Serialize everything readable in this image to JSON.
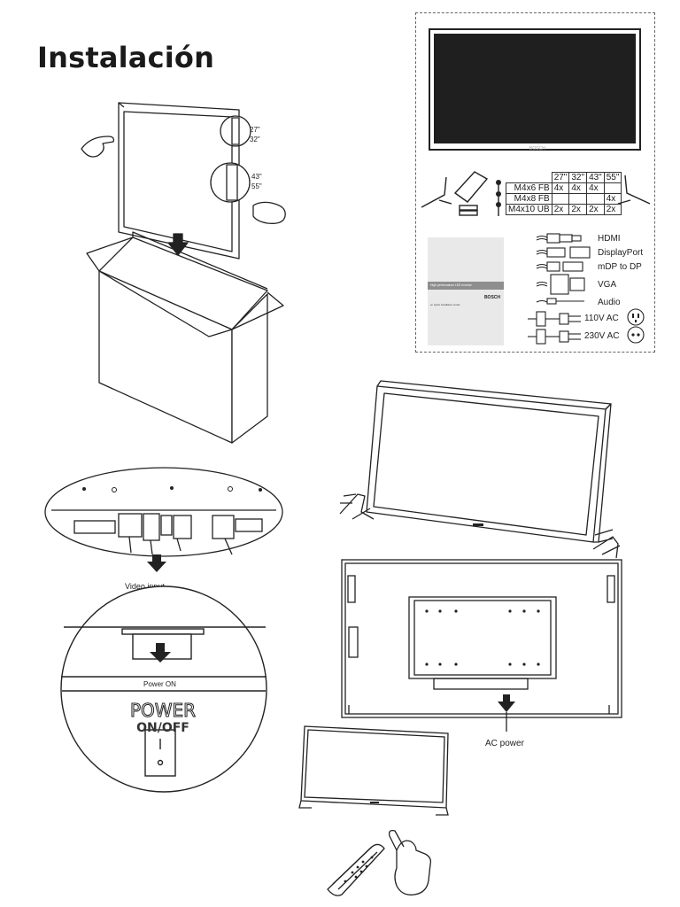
{
  "page": {
    "title": "Instalación"
  },
  "diagram": {
    "size_small": "27\"",
    "size_small_2": "32\"",
    "size_large": "43\"",
    "size_large_2": "55\"",
    "kit": {
      "table": {
        "headers": [
          "27\"",
          "32\"",
          "43\"",
          "55\""
        ],
        "rows": [
          {
            "label": "M4x6 FB",
            "cells": [
              "4x",
              "4x",
              "4x",
              ""
            ]
          },
          {
            "label": "M4x8 FB",
            "cells": [
              "",
              "",
              "",
              "4x"
            ]
          },
          {
            "label": "M4x10 UB",
            "cells": [
              "2x",
              "2x",
              "2x",
              "2x"
            ]
          }
        ]
      },
      "manual": {
        "band_text": "High performance LED monitor",
        "brand": "BOSCH",
        "subtitle": "en Quick Installation Guide"
      },
      "tv_brand": "BOSCH",
      "cables": [
        "HDMI",
        "DisplayPort",
        "mDP to DP",
        "VGA",
        "Audio",
        "110V AC",
        "230V AC"
      ]
    },
    "video_input": "Video input",
    "power_on": "Power ON",
    "power_word": "POWER",
    "power_onoff": "ON/OFF",
    "ac_power": "AC power"
  }
}
